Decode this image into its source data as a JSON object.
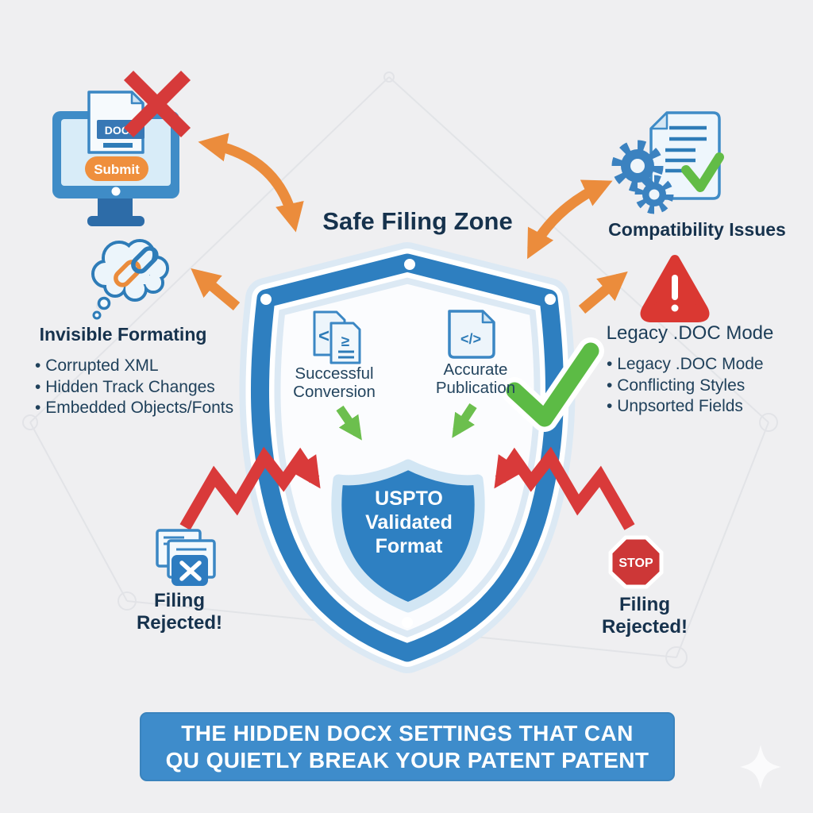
{
  "title": "Safe Filing Zone",
  "banner": {
    "lines": [
      "THE HIDDEN DOCX SETTINGS THAT CAN",
      "QU QUIETLY BREAK YOUR PATENT PATENT"
    ]
  },
  "submission_monitor": {
    "doc_label": "DOCX",
    "submit_label": "Submit"
  },
  "invisible_formatting": {
    "heading": "Invisible Formating",
    "bullets": [
      "Corrupted XML",
      "Hidden Track Changes",
      "Embedded Objects/Fonts"
    ]
  },
  "compatibility": {
    "label": "Compatibility Issues"
  },
  "legacy": {
    "heading": "Legacy .DOC Mode",
    "bullets": [
      "Legacy .DOC Mode",
      "Conflicting Styles",
      "Unpsorted Fields"
    ]
  },
  "shield": {
    "success": {
      "line1": "Successful",
      "line2": "Conversion",
      "glyph_back": "<",
      "glyph_front": "≥"
    },
    "publication": {
      "line1": "Accurate",
      "line2": "Publication",
      "glyph": "</>"
    },
    "core": {
      "line1": "USPTO",
      "line2": "Validated",
      "line3": "Format"
    }
  },
  "rejection_left": {
    "line1": "Filing",
    "line2": "Rejected!"
  },
  "rejection_right": {
    "stop_label": "STOP",
    "line1": "Filing",
    "line2": "Rejected!"
  },
  "colors": {
    "background": "#efeff1",
    "shield_blue": "#2e7fc0",
    "halo_blue": "#dce9f4",
    "icon_blue": "#3b87c4",
    "icon_fill": "#e9f3fa",
    "orange": "#eb8c3c",
    "red": "#d93a3a",
    "green": "#5cbb45",
    "navy_text": "#16324d",
    "banner_blue": "#3e8ccb"
  }
}
